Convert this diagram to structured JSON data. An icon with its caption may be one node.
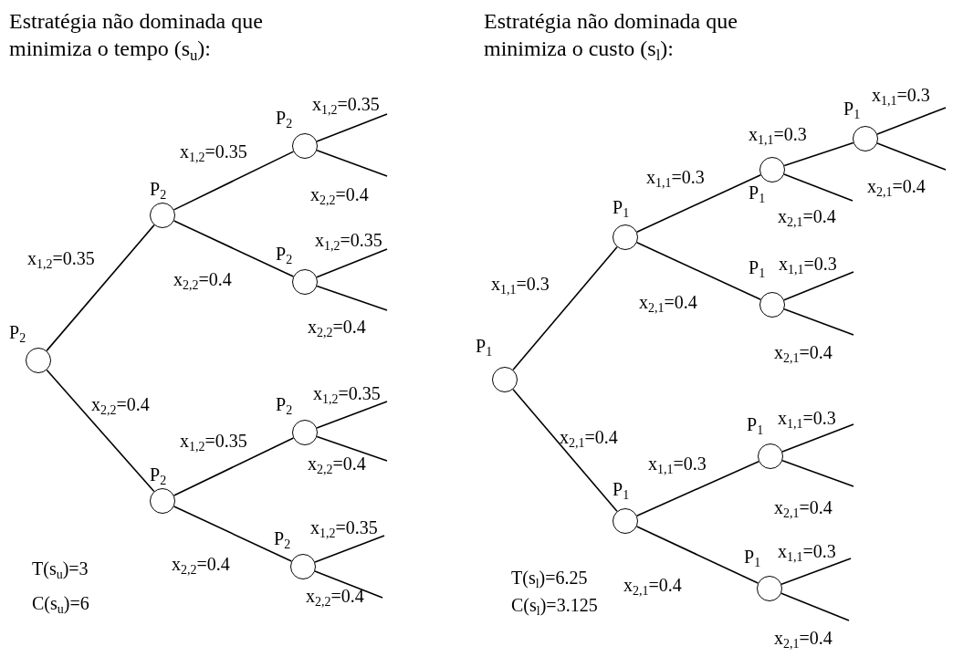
{
  "diagram": {
    "nodes": [
      {
        "text": [],
        "shape": "circle",
        "beside": [
          "P$_{2}$"
        ]
      },
      {
        "text": [],
        "shape": "circle",
        "beside": [
          "P$_{2}$"
        ]
      },
      {
        "text": [],
        "shape": "circle",
        "beside": [
          "P$_{2}$"
        ]
      },
      {
        "text": [],
        "shape": "circle",
        "beside": [
          "P$_{2}$"
        ]
      },
      {
        "text": [],
        "shape": "circle",
        "beside": [
          "P$_{2}$"
        ]
      },
      {
        "text": [],
        "shape": "circle",
        "beside": [
          "P$_{2}$"
        ]
      },
      {
        "text": [],
        "shape": "circle",
        "beside": [
          "P$_{2}$"
        ]
      },
      {
        "text": [],
        "shape": "circle",
        "beside": [
          "P$_{1}$"
        ]
      },
      {
        "text": [],
        "shape": "circle",
        "beside": [
          "P$_{1}$"
        ]
      },
      {
        "text": [],
        "shape": "circle",
        "beside": [
          "P$_{1}$"
        ]
      },
      {
        "text": [],
        "shape": "circle",
        "beside": [
          "P$_{1}$"
        ]
      },
      {
        "text": [],
        "shape": "circle",
        "beside": [
          "P$_{1}$"
        ]
      },
      {
        "text": [],
        "shape": "circle",
        "beside": [
          "P$_{1}$"
        ]
      },
      {
        "text": [],
        "shape": "circle",
        "beside": [
          "P$_{1}$"
        ]
      },
      {
        "text": [],
        "shape": "circle",
        "beside": [
          "P$_{1}$"
        ]
      }
    ],
    "edges": [
      {
        "from": 0,
        "to": 1,
        "arrow": "none",
        "label": "x$_{1,2}$=0.35"
      },
      {
        "from": 0,
        "to": 4,
        "arrow": "none",
        "label": "x$_{2,2}$=0.4"
      },
      {
        "from": 1,
        "to": 2,
        "arrow": "none",
        "label": "x$_{1,2}$=0.35"
      },
      {
        "from": 1,
        "to": 3,
        "arrow": "none",
        "label": "x$_{2,2}$=0.4"
      },
      {
        "from": 2,
        "to": null,
        "arrow": "none",
        "label": "x$_{1,2}$=0.35"
      },
      {
        "from": 2,
        "to": null,
        "arrow": "none",
        "label": "x$_{2,2}$=0.4"
      },
      {
        "from": 3,
        "to": null,
        "arrow": "none",
        "label": "x$_{1,2}$=0.35"
      },
      {
        "from": 3,
        "to": null,
        "arrow": "none",
        "label": "x$_{2,2}$=0.4"
      },
      {
        "from": 4,
        "to": 5,
        "arrow": "none",
        "label": "x$_{1,2}$=0.35"
      },
      {
        "from": 4,
        "to": 6,
        "arrow": "none",
        "label": "x$_{2,2}$=0.4"
      },
      {
        "from": 5,
        "to": null,
        "arrow": "none",
        "label": "x$_{1,2}$=0.35"
      },
      {
        "from": 5,
        "to": null,
        "arrow": "none",
        "label": "x$_{2,2}$=0.4"
      },
      {
        "from": 6,
        "to": null,
        "arrow": "none",
        "label": "x$_{1,2}$=0.35"
      },
      {
        "from": 6,
        "to": null,
        "arrow": "none",
        "label": "x$_{2,2}$=0.4"
      },
      {
        "from": 7,
        "to": 8,
        "arrow": "none",
        "label": "x$_{1,1}$=0.3"
      },
      {
        "from": 7,
        "to": 12,
        "arrow": "none",
        "label": "x$_{2,1}$=0.4"
      },
      {
        "from": 8,
        "to": 9,
        "arrow": "none",
        "label": "x$_{1,1}$=0.3"
      },
      {
        "from": 8,
        "to": 11,
        "arrow": "none",
        "label": "x$_{2,1}$=0.4"
      },
      {
        "from": 9,
        "to": 10,
        "arrow": "none",
        "label": "x$_{1,1}$=0.3"
      },
      {
        "from": 9,
        "to": null,
        "arrow": "none",
        "label": "x$_{2,1}$=0.4"
      },
      {
        "from": 10,
        "to": null,
        "arrow": "none",
        "label": "x$_{1,1}$=0.3"
      },
      {
        "from": 10,
        "to": null,
        "arrow": "none",
        "label": "x$_{2,1}$=0.4"
      },
      {
        "from": 11,
        "to": null,
        "arrow": "none",
        "label": "x$_{1,1}$=0.3"
      },
      {
        "from": 11,
        "to": null,
        "arrow": "none",
        "label": "x$_{2,1}$=0.4"
      },
      {
        "from": 12,
        "to": 13,
        "arrow": "none",
        "label": "x$_{1,1}$=0.3"
      },
      {
        "from": 12,
        "to": 14,
        "arrow": "none",
        "label": "x$_{2,1}$=0.4"
      },
      {
        "from": 13,
        "to": null,
        "arrow": "none",
        "label": "x$_{1,1}$=0.3"
      },
      {
        "from": 13,
        "to": null,
        "arrow": "none",
        "label": "x$_{2,1}$=0.4"
      },
      {
        "from": 14,
        "to": null,
        "arrow": "none",
        "label": "x$_{1,1}$=0.3"
      },
      {
        "from": 14,
        "to": null,
        "arrow": "none",
        "label": "x$_{2,1}$=0.4"
      }
    ],
    "labels": [
      "Estratégia não dominada que minimiza o tempo (s$_{u}$):",
      "T(s$_{u}$)=3",
      "C(s$_{u}$)=6",
      "Estratégia não dominada que minimiza o custo (s$_{l}$):",
      "T(s$_{l}$)=6.25",
      "C(s$_{l}$)=3.125"
    ]
  }
}
